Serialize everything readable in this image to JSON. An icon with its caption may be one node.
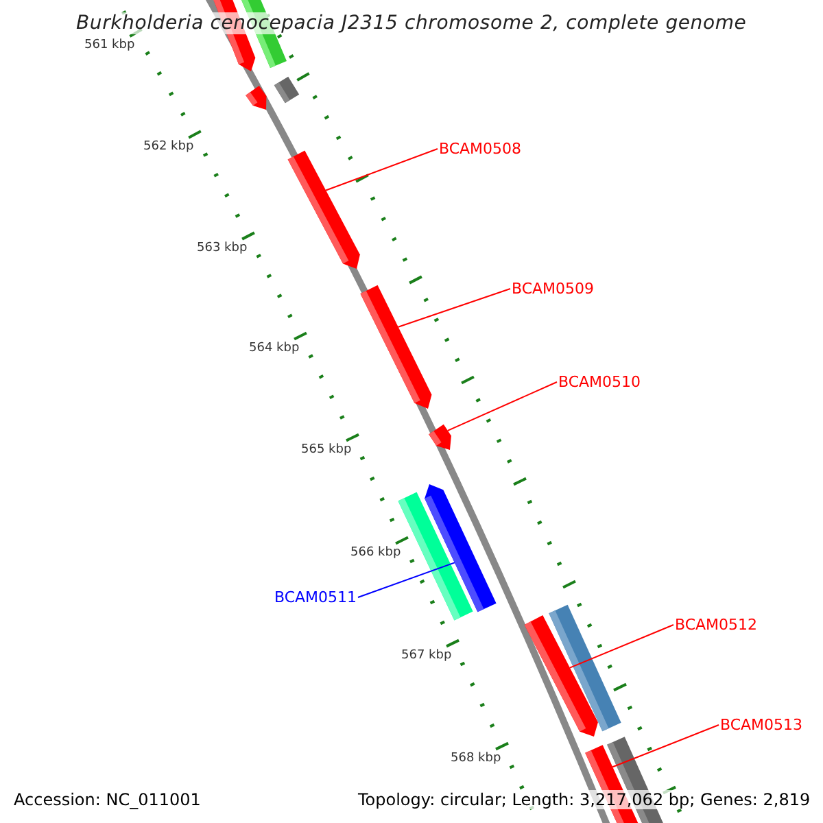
{
  "diagram": {
    "title": "Burkholderia cenocepacia J2315 chromosome 2, complete genome",
    "nodes": [
      {
        "text": [],
        "shape": "bar"
      },
      {
        "text": [],
        "shape": "bar"
      },
      {
        "text": [],
        "shape": "bar"
      },
      {
        "text": [],
        "shape": "bar"
      },
      {
        "text": [
          "BCAM0508"
        ]
      },
      {
        "text": [],
        "shape": "bar"
      },
      {
        "text": [
          "BCAM0509"
        ]
      },
      {
        "text": [],
        "shape": "bar"
      },
      {
        "text": [
          "BCAM0510"
        ]
      },
      {
        "text": [],
        "shape": "bar"
      },
      {
        "text": [],
        "shape": "bar"
      },
      {
        "text": [
          "BCAM0511"
        ]
      },
      {
        "text": [],
        "shape": "bar"
      },
      {
        "text": [
          "BCAM0512"
        ]
      },
      {
        "text": [],
        "shape": "bar"
      },
      {
        "text": [],
        "shape": "bar"
      },
      {
        "text": [
          "BCAM0513"
        ]
      },
      {
        "text": [],
        "shape": "bar"
      },
      {
        "text": [],
        "shape": "bar"
      }
    ],
    "edges": [
      {
        "from": 4,
        "to": 5,
        "arrow": "none"
      },
      {
        "from": 6,
        "to": 7,
        "arrow": "none"
      },
      {
        "from": 8,
        "to": 9,
        "arrow": "none"
      },
      {
        "from": 11,
        "to": 12,
        "arrow": "none",
        "color": "#0000ff"
      },
      {
        "from": 13,
        "to": 14,
        "arrow": "none"
      },
      {
        "from": 16,
        "to": 17,
        "arrow": "none"
      }
    ],
    "labels": [
      "561 kbp",
      "562 kbp",
      "563 kbp",
      "564 kbp",
      "565 kbp",
      "566 kbp",
      "567 kbp",
      "568 kbp",
      "Accession: NC_011001",
      "Topology: circular; Length: 3,217,062 bp; Genes: 2,819"
    ]
  }
}
